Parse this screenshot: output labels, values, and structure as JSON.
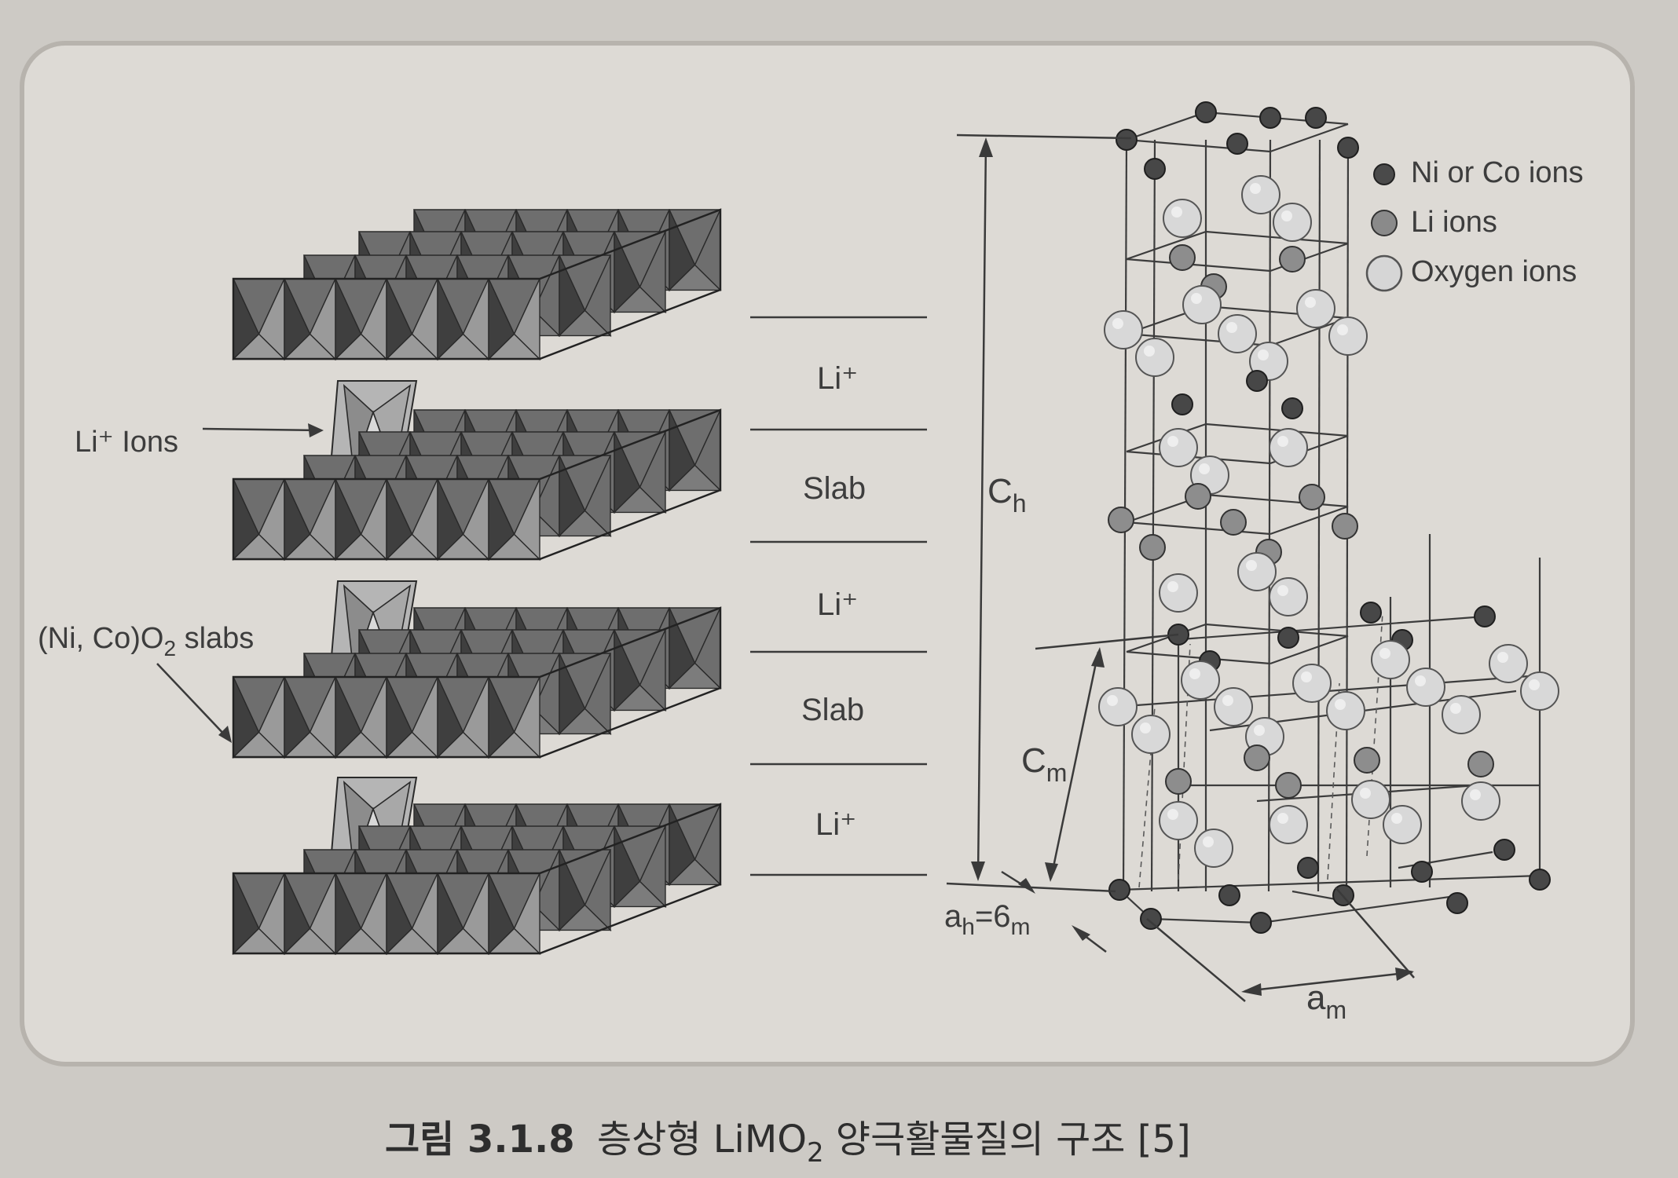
{
  "diagram": {
    "left_labels": {
      "li_ions": "Li⁺ Ions",
      "slabs_prefix": "(Ni, Co)O",
      "slabs_sub": "2",
      "slabs_suffix": " slabs"
    },
    "layers": [
      "Li⁺",
      "Slab",
      "Li⁺",
      "Slab",
      "Li⁺"
    ],
    "legend": [
      {
        "label": "Ni or Co ions",
        "color": "#4a4a4a"
      },
      {
        "label": "Li ions",
        "color": "#8a8a8a"
      },
      {
        "label": "Oxygen ions",
        "color": "#d6d6d6"
      }
    ],
    "dimensions": {
      "ch_main": "C",
      "ch_sub": "h",
      "cm_main": "C",
      "cm_sub": "m",
      "ah_main": "a",
      "ah_sub": "h",
      "ah_eq": "=6",
      "ah_sub2": "m",
      "am_main": "a",
      "am_sub": "m"
    }
  },
  "caption": {
    "prefix": "그림 3.1.8",
    "text_a": "층상형 LiMO",
    "text_sub": "2",
    "text_b": " 양극활물질의 구조 [5]"
  },
  "colors": {
    "octa_dark": "#3f3f3f",
    "octa_mid": "#6e6e6e",
    "octa_light": "#9a9a9a",
    "li_column": "#b5b5b5"
  }
}
